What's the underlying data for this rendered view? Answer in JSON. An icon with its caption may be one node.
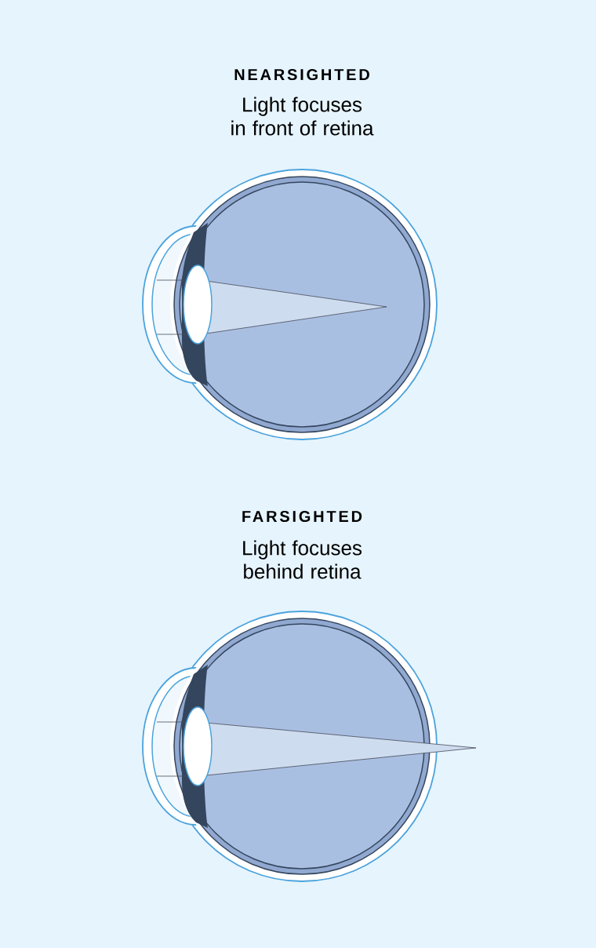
{
  "diagram": {
    "labels": [
      "NEARSIGHTED",
      "Light focuses in front of retina",
      "FARSIGHTED",
      "Light focuses behind retina"
    ]
  }
}
